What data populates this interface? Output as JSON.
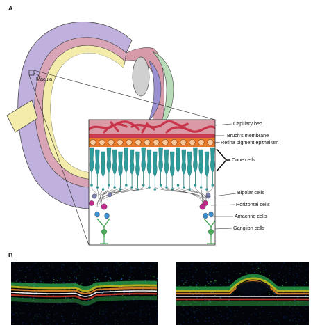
{
  "panels": {
    "a_letter": "A",
    "b_letter": "B"
  },
  "eye": {
    "macula_label": "Macula"
  },
  "retina_layers": {
    "capillary_bed": "Capillary bed",
    "bruchs_membrane": "Bruch's membrane",
    "rpe": "Retina pigment epithelium",
    "cone_cells": "Cone cells",
    "bipolar_cells": "Bipolar cells",
    "horizontal_cells": "Horizontal cells",
    "amacrine_cells": "Amacrine cells",
    "ganglion_cells": "Ganglion cells"
  },
  "colors": {
    "sclera": "#b9a9d6",
    "choroid": "#d8a2b3",
    "retina": "#f2eba8",
    "capillary": "#c8344a",
    "rpe": "#e8782a",
    "cone": "#2e9a9a",
    "bipolar": "#7a7fb0",
    "horizontal": "#c02a8c",
    "amacrine": "#3a8fd0",
    "ganglion": "#4aaa5a"
  },
  "oct": {
    "left_scan": "oct-normal",
    "right_scan": "oct-detachment"
  }
}
